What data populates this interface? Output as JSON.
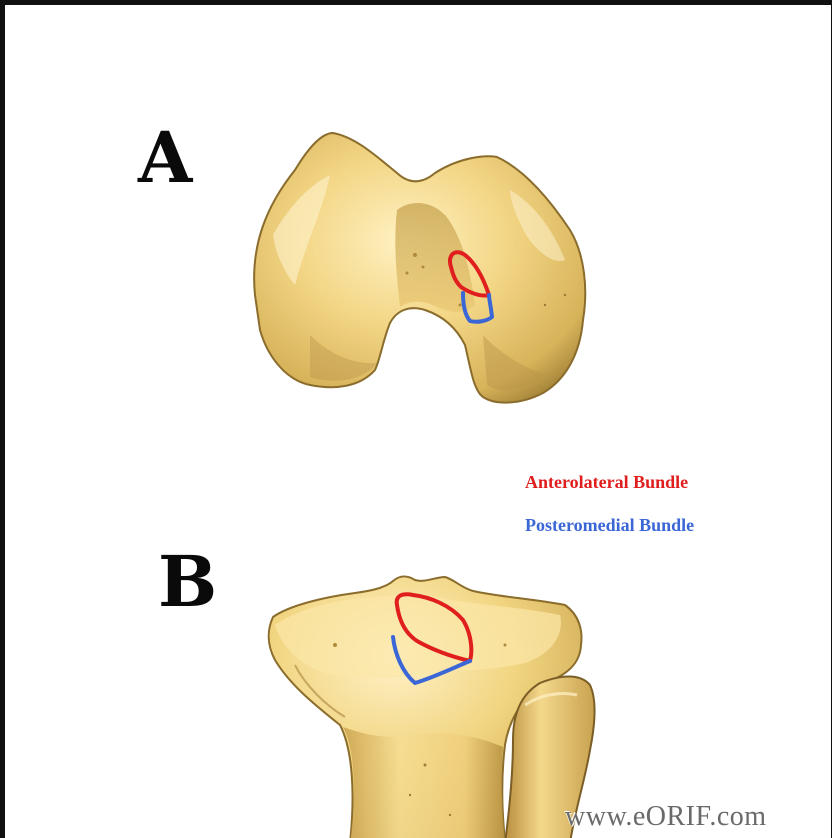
{
  "panels": {
    "a_label": "A",
    "b_label": "B"
  },
  "legend": {
    "anterolateral": {
      "label": "Anterolateral Bundle",
      "color": "#e01e1e"
    },
    "posteromedial": {
      "label": "Posteromedial Bundle",
      "color": "#3a66d6"
    }
  },
  "watermark": "www.eORIF.com",
  "colors": {
    "bone": "#f2d587",
    "bone_shadow": "#a98a3e",
    "bone_highlight": "#fff3c6",
    "frame": "#111111"
  }
}
